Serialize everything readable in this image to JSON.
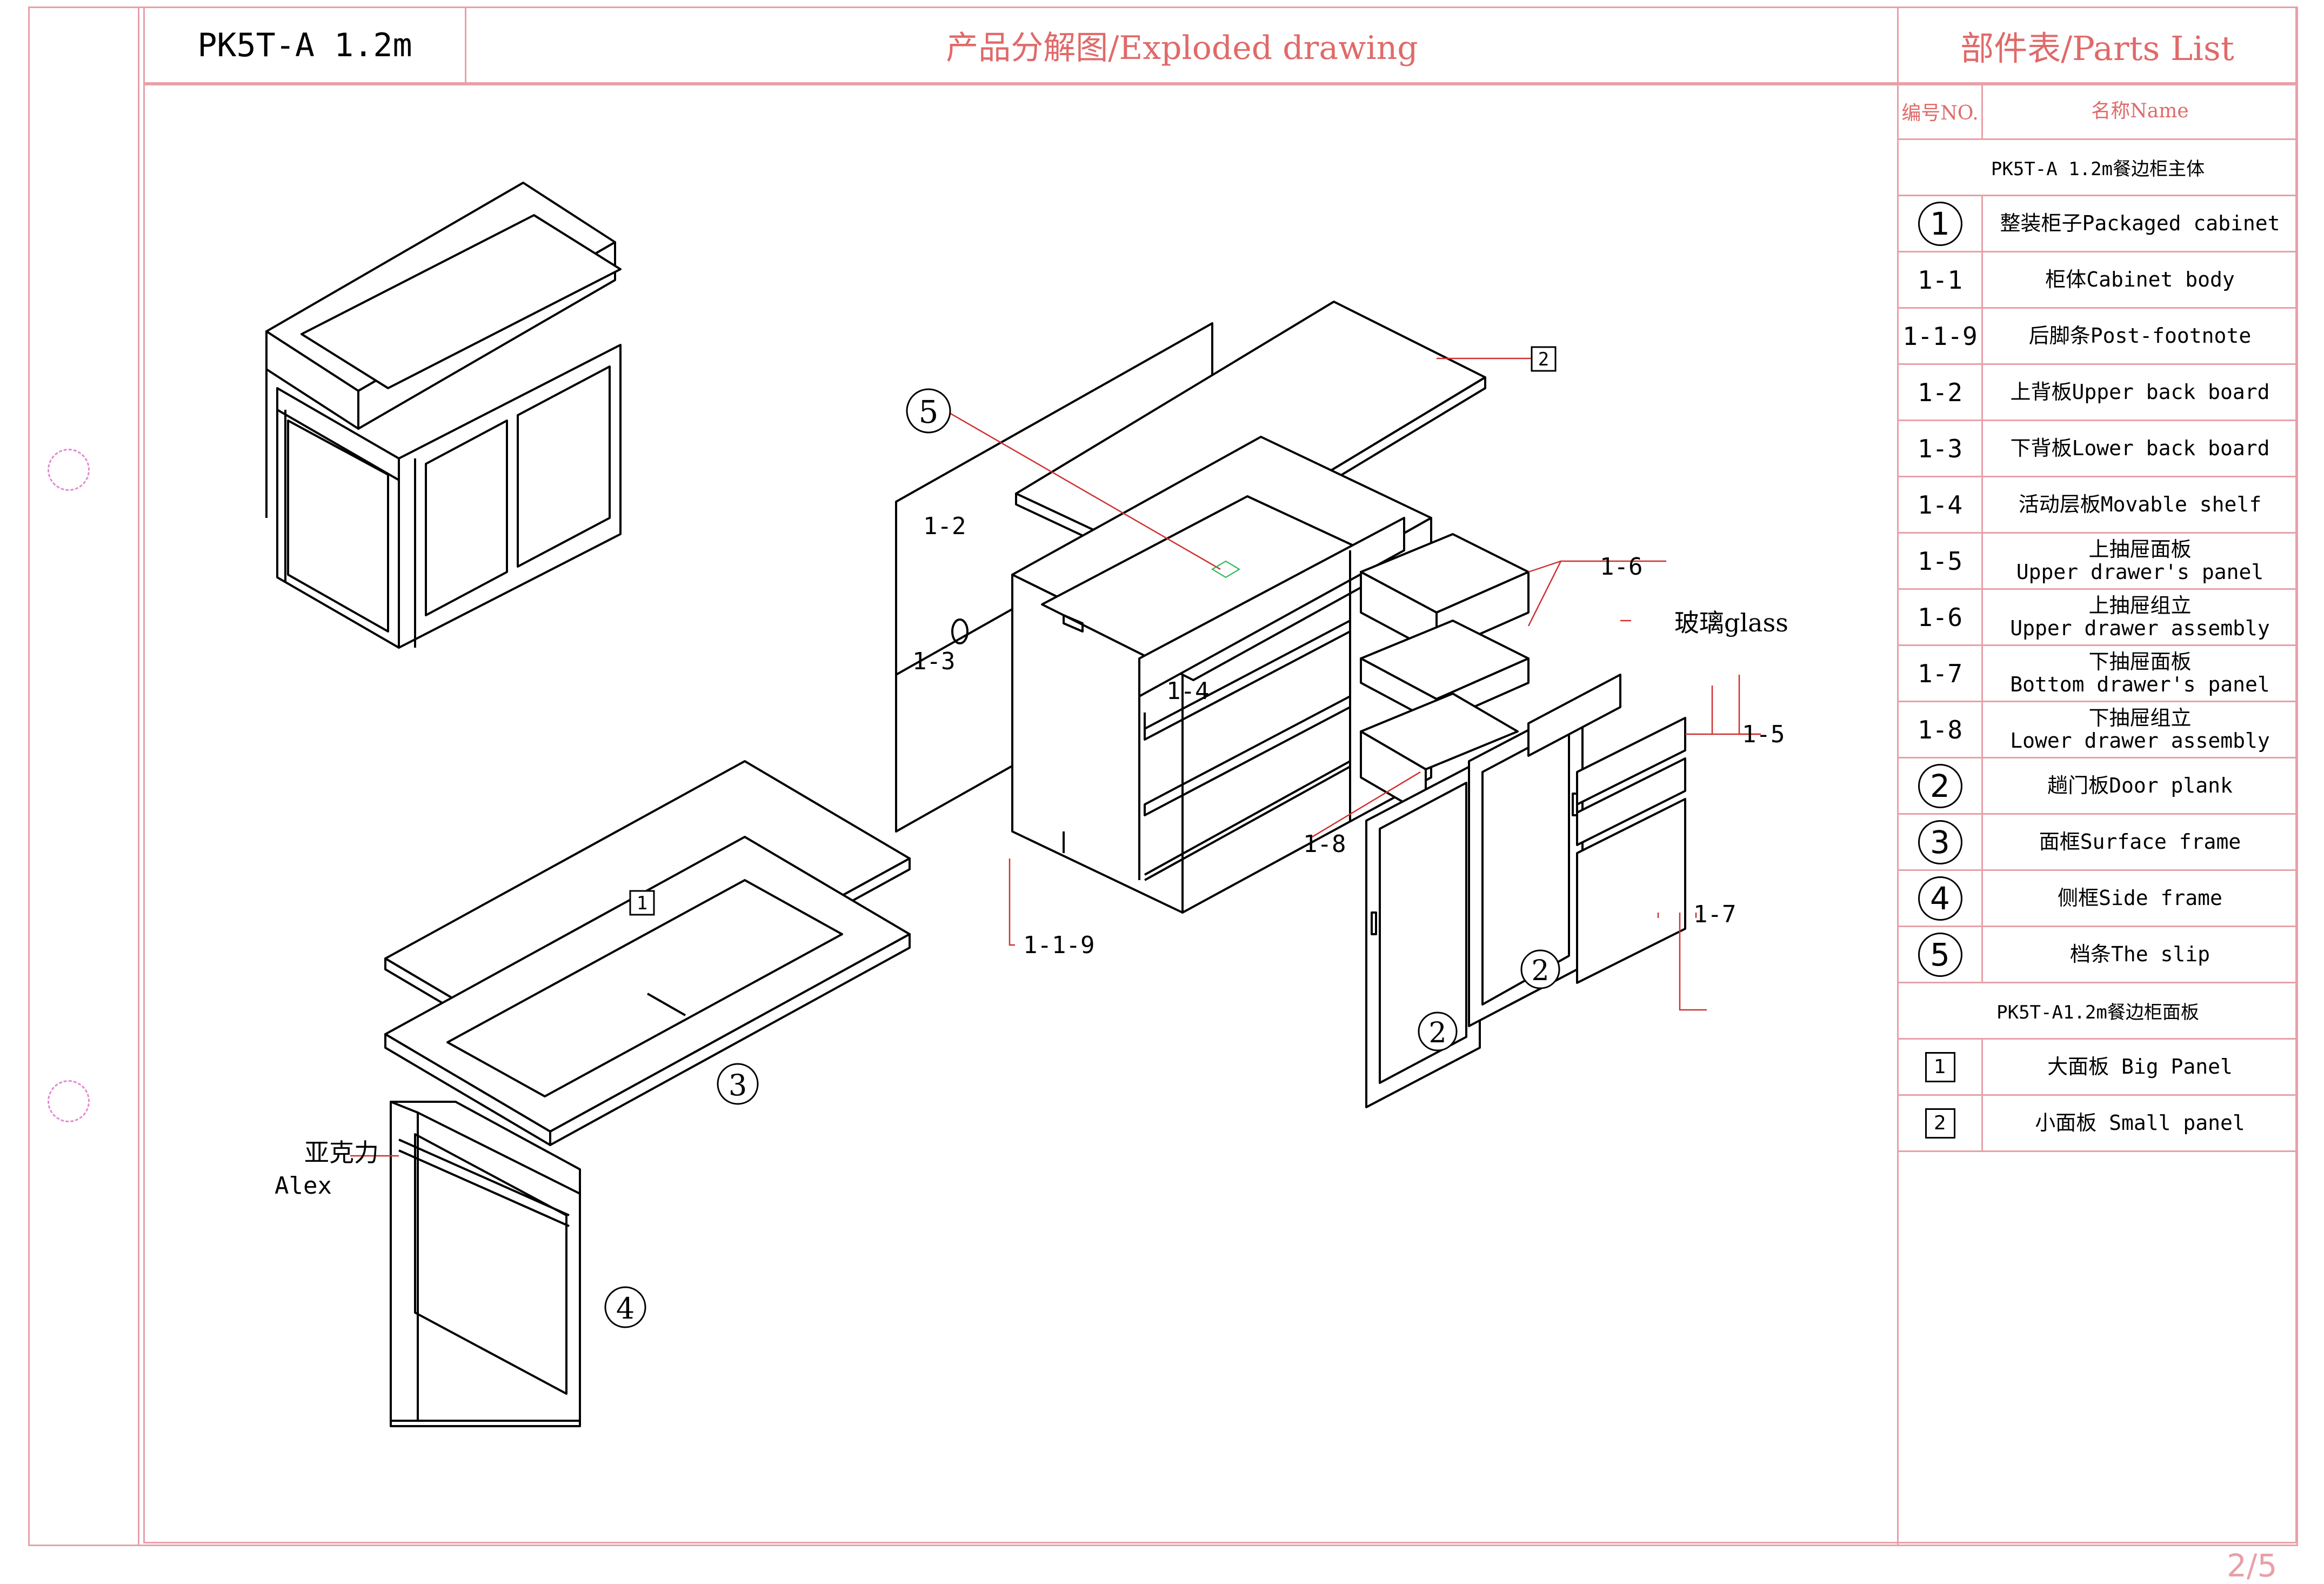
{
  "header": {
    "model": "PK5T-A 1.2m",
    "title": "产品分解图/Exploded drawing",
    "parts_title": "部件表/Parts List"
  },
  "parts_list": {
    "col_no": "编号NO.",
    "col_name": "名称Name",
    "group1": "PK5T-A 1.2m餐边柜主体",
    "group2": "PK5T-A1.2m餐边柜面板",
    "rows": [
      {
        "no": "1",
        "style": "circle",
        "name": "整装柜子Packaged cabinet"
      },
      {
        "no": "1-1",
        "style": "plain",
        "name": "柜体Cabinet body"
      },
      {
        "no": "1-1-9",
        "style": "plain",
        "name": "后脚条Post-footnote"
      },
      {
        "no": "1-2",
        "style": "plain",
        "name": "上背板Upper back board"
      },
      {
        "no": "1-3",
        "style": "plain",
        "name": "下背板Lower back board"
      },
      {
        "no": "1-4",
        "style": "plain",
        "name": "活动层板Movable shelf"
      },
      {
        "no": "1-5",
        "style": "plain",
        "name": "上抽屉面板",
        "name2": "Upper drawer's panel"
      },
      {
        "no": "1-6",
        "style": "plain",
        "name": "上抽屉组立",
        "name2": "Upper drawer assembly"
      },
      {
        "no": "1-7",
        "style": "plain",
        "name": "下抽屉面板",
        "name2": "Bottom drawer's panel"
      },
      {
        "no": "1-8",
        "style": "plain",
        "name": "下抽屉组立",
        "name2": "Lower drawer assembly"
      },
      {
        "no": "2",
        "style": "circle",
        "name": "趟门板Door plank"
      },
      {
        "no": "3",
        "style": "circle",
        "name": "面框Surface frame"
      },
      {
        "no": "4",
        "style": "circle",
        "name": "侧框Side frame"
      },
      {
        "no": "5",
        "style": "circle",
        "name": "档条The slip"
      }
    ],
    "rows2": [
      {
        "no": "1",
        "style": "square",
        "name": "大面板 Big Panel"
      },
      {
        "no": "2",
        "style": "square",
        "name": "小面板 Small panel"
      }
    ]
  },
  "callouts": {
    "c5": "5",
    "c1_2": "1-2",
    "c1_3": "1-3",
    "c1_4": "1-4",
    "c1_6": "1-6",
    "glass": "玻璃glass",
    "c1_5": "1-5",
    "c1_8": "1-8",
    "c1_7": "1-7",
    "c1_1_9": "1-1-9",
    "c2a": "2",
    "c2b": "2",
    "sq2": "2",
    "sq1": "1",
    "c3": "3",
    "c4": "4",
    "acrylic": "亚克力",
    "alex": "Alex"
  },
  "page": {
    "number": "2/5"
  },
  "colors": {
    "frame": "#e8a0a8",
    "title": "#e06a6a",
    "leader": "#d03030",
    "punch": "#e58ad0"
  }
}
